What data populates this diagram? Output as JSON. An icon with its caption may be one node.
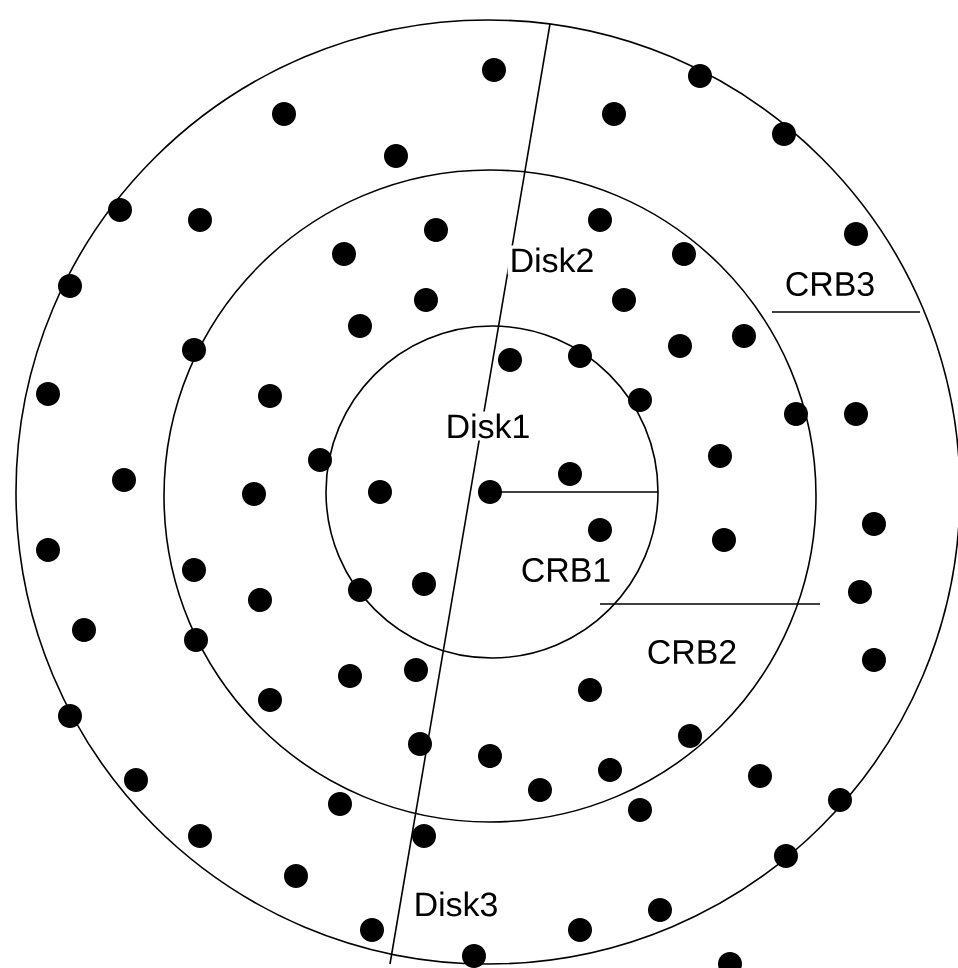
{
  "diagram": {
    "nodes": [
      {
        "text": [
          "Disk3"
        ]
      },
      {
        "text": [
          "Disk2"
        ],
        "in": 0
      },
      {
        "text": [
          "Disk1"
        ],
        "in": 1
      }
    ],
    "labels": [
      "CRB3",
      "CRB1",
      "CRB2"
    ]
  }
}
